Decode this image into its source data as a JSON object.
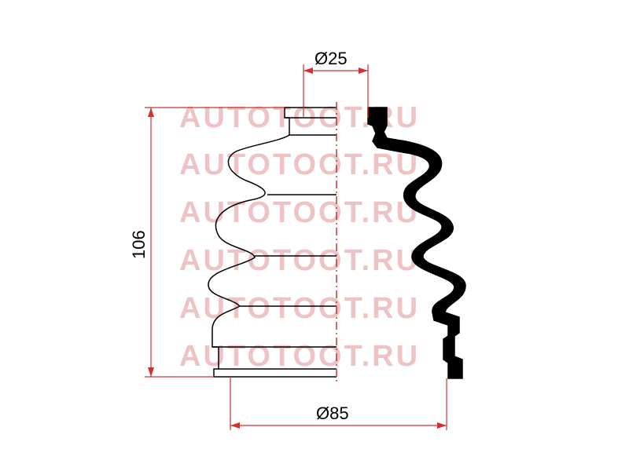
{
  "watermark": {
    "text": "AUTOTOOT.RU",
    "color": "#e8b0b0"
  },
  "dimensions": {
    "top_diameter": "Ø25",
    "bottom_diameter": "Ø85",
    "height": "106"
  },
  "colors": {
    "dimension_line": "#d03030",
    "outline": "#000000",
    "centerline": "#d03030",
    "profile_fill": "#000000"
  }
}
